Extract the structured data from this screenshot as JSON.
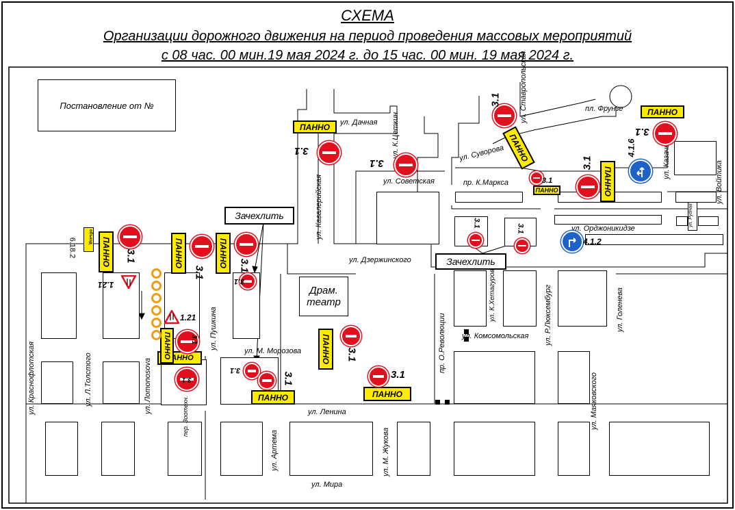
{
  "title": {
    "line1": "СХЕМА",
    "line2": "Организации дорожного движения на период проведения массовых мероприятий",
    "line3": "с 08 час. 00 мин.19 мая 2024 г. до 15 час. 00 мин. 19 мая 2024 г."
  },
  "decree": "Постановление от    №",
  "streets": {
    "dachnaya": "ул. Дачная",
    "tsetkin": "ул. К.Цеткин",
    "stavropolskaya": "ул. Ставропольская",
    "suvorova": "ул. Суворова",
    "frunze": "пл. Фрунзе",
    "kavaleriyskaya": "ул. Кавалерийская",
    "sovetskaya": "ул. Советская",
    "marksa": "пр. К.Маркса",
    "kazachya": "ул. Казачья",
    "voytika": "ул. Войтика",
    "rudnaya": "ул. Рудная",
    "ordzhonikidze": "ул. Орджоникидзе",
    "dzerzhinskogo": "ул. Дзержинского",
    "krasnoflotskaya": "ул. Краснофлотская",
    "tolstogo": "ул. Л.Толстого",
    "lomonosova": "ул. Лomonosova",
    "pushkina": "ул. Пушкина",
    "morozova": "ул. М. Морозова",
    "zootekhn": "пер. Зоотехн.",
    "revolyutsii": "пр. О.Революции",
    "khetagurova": "ул. К.Хетагурова",
    "lyuksemburg": "ул. Р.Люксембург",
    "goleneva": "ул. Голенева",
    "komsomolskaya": "ул. Комсомольская",
    "mayakovskogo": "ул. Маяковского",
    "lenina": "ул. Ленина",
    "artema": "ул. Артема",
    "zhukova": "ул. М. Жукова",
    "mira": "ул. Мира"
  },
  "theatre": {
    "line1": "Драм.",
    "line2": "театр"
  },
  "panno_label": "ПАННО",
  "zach_label": "Зачехлить",
  "sign_codes": {
    "no_entry": "3.1",
    "detour": "6.18.2",
    "narrowing": "1.21",
    "straight_left": "4.1.6",
    "turn_right": "4.1.2",
    "detour_text": "объезд"
  },
  "colors": {
    "panno": "#ffeb00",
    "no_entry": "#e0101e",
    "blue_sign": "#1e62c9",
    "cone": "#f39c12"
  }
}
